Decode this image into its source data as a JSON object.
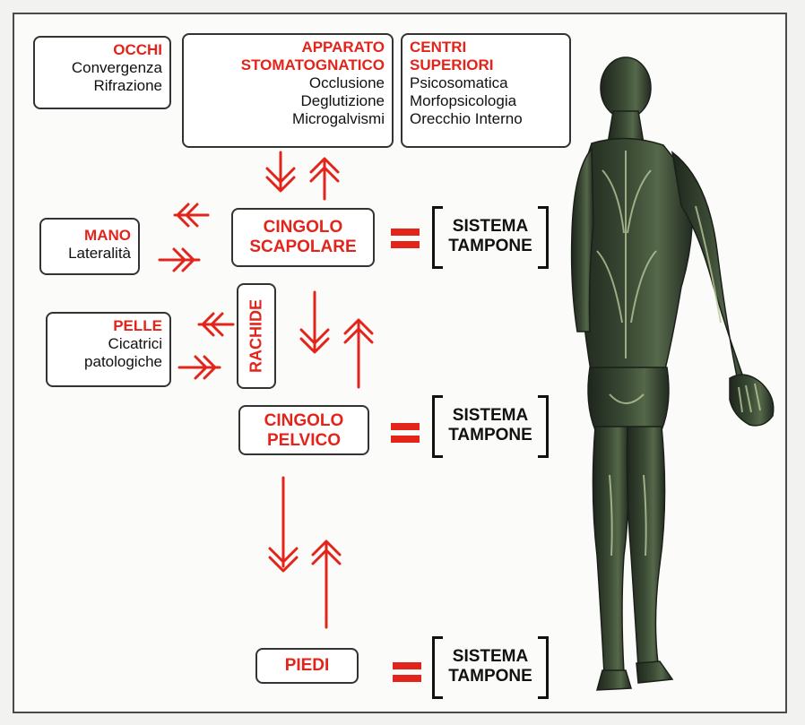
{
  "occhi": {
    "title": "OCCHI",
    "lines": [
      "Convergenza",
      "Rifrazione"
    ]
  },
  "apparato": {
    "title1": "APPARATO",
    "title2": "STOMATOGNATICO",
    "lines": [
      "Occlusione",
      "Deglutizione",
      "Microgalvismi"
    ]
  },
  "centri": {
    "title1": "CENTRI",
    "title2": "SUPERIORI",
    "lines": [
      "Psicosomatica",
      "Morfopsicologia",
      "Orecchio Interno"
    ]
  },
  "mano": {
    "title": "MANO",
    "lines": [
      "Lateralità"
    ]
  },
  "pelle": {
    "title": "PELLE",
    "lines": [
      "Cicatrici",
      "patologiche"
    ]
  },
  "rachide": "RACHIDE",
  "cingolo_scapolare": {
    "line1": "CINGOLO",
    "line2": "SCAPOLARE"
  },
  "cingolo_pelvico": {
    "line1": "CINGOLO",
    "line2": "PELVICO"
  },
  "piedi": "PIEDI",
  "tampone": {
    "line1": "SISTEMA",
    "line2": "TAMPONE"
  },
  "colors": {
    "accent": "#e3241b",
    "figure": "#2f3a2c",
    "figure_highlight": "#b9c79b"
  }
}
